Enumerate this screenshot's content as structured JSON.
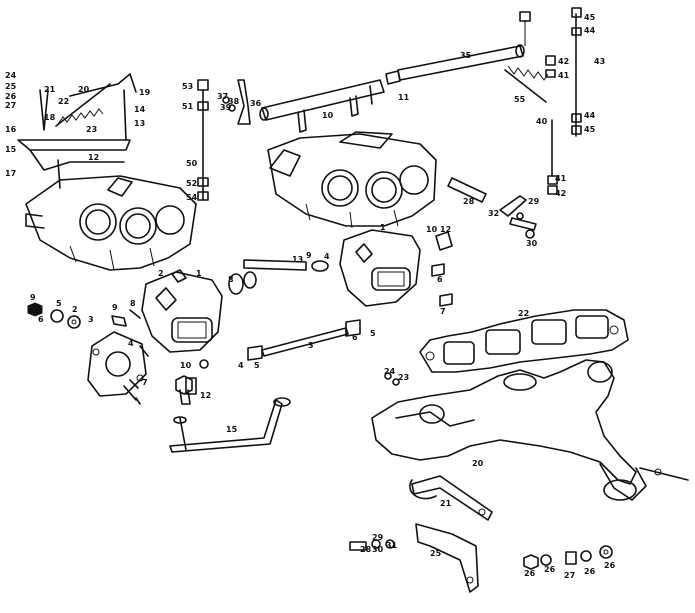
{
  "callouts": [
    {
      "id": "c45a",
      "text": "45"
    },
    {
      "id": "c44a",
      "text": "44"
    },
    {
      "id": "c43",
      "text": "43"
    },
    {
      "id": "c42a",
      "text": "42"
    },
    {
      "id": "c41a",
      "text": "41"
    },
    {
      "id": "c40",
      "text": "40"
    },
    {
      "id": "c44b",
      "text": "44"
    },
    {
      "id": "c45b",
      "text": "45"
    },
    {
      "id": "c35",
      "text": "35"
    },
    {
      "id": "c55",
      "text": "55"
    },
    {
      "id": "c11",
      "text": "11"
    },
    {
      "id": "c10",
      "text": "10"
    },
    {
      "id": "c53",
      "text": "53"
    },
    {
      "id": "c51",
      "text": "51"
    },
    {
      "id": "c37",
      "text": "37"
    },
    {
      "id": "c39",
      "text": "39"
    },
    {
      "id": "c38",
      "text": "38"
    },
    {
      "id": "c36",
      "text": "36"
    },
    {
      "id": "c50",
      "text": "50"
    },
    {
      "id": "c52",
      "text": "52"
    },
    {
      "id": "c54",
      "text": "54"
    },
    {
      "id": "c24a",
      "text": "24"
    },
    {
      "id": "c25",
      "text": "25"
    },
    {
      "id": "c26a",
      "text": "26"
    },
    {
      "id": "c27a",
      "text": "27"
    },
    {
      "id": "c21a",
      "text": "21"
    },
    {
      "id": "c20a",
      "text": "20"
    },
    {
      "id": "c19",
      "text": "19"
    },
    {
      "id": "c22a",
      "text": "22"
    },
    {
      "id": "c18",
      "text": "18"
    },
    {
      "id": "c14",
      "text": "14"
    },
    {
      "id": "c13",
      "text": "13"
    },
    {
      "id": "c23a",
      "text": "23"
    },
    {
      "id": "c16",
      "text": "16"
    },
    {
      "id": "c15",
      "text": "15"
    },
    {
      "id": "c12a",
      "text": "12"
    },
    {
      "id": "c17",
      "text": "17"
    },
    {
      "id": "c41b",
      "text": "41"
    },
    {
      "id": "c42b",
      "text": "42"
    },
    {
      "id": "c28a",
      "text": "28"
    },
    {
      "id": "c29a",
      "text": "29"
    },
    {
      "id": "c32",
      "text": "32"
    },
    {
      "id": "c30a",
      "text": "30"
    },
    {
      "id": "c1a",
      "text": "1"
    },
    {
      "id": "c10b",
      "text": "10"
    },
    {
      "id": "c12b",
      "text": "12"
    },
    {
      "id": "c6a",
      "text": "6"
    },
    {
      "id": "c2a",
      "text": "2"
    },
    {
      "id": "c8a",
      "text": "8"
    },
    {
      "id": "c13b",
      "text": "13"
    },
    {
      "id": "c9a",
      "text": "9"
    },
    {
      "id": "c4a",
      "text": "4"
    },
    {
      "id": "c1b",
      "text": "1"
    },
    {
      "id": "c7a",
      "text": "7"
    },
    {
      "id": "c9b",
      "text": "9"
    },
    {
      "id": "c5a",
      "text": "5"
    },
    {
      "id": "c6b",
      "text": "6"
    },
    {
      "id": "c2b",
      "text": "2"
    },
    {
      "id": "c3a",
      "text": "3"
    },
    {
      "id": "c9c",
      "text": "9"
    },
    {
      "id": "c8b",
      "text": "8"
    },
    {
      "id": "c4b",
      "text": "4"
    },
    {
      "id": "c7b",
      "text": "7"
    },
    {
      "id": "c10c",
      "text": "10"
    },
    {
      "id": "c12c",
      "text": "12"
    },
    {
      "id": "c4c",
      "text": "4"
    },
    {
      "id": "c5b",
      "text": "5"
    },
    {
      "id": "c3b",
      "text": "3"
    },
    {
      "id": "c6c",
      "text": "6"
    },
    {
      "id": "c5c",
      "text": "5"
    },
    {
      "id": "c24b",
      "text": "24"
    },
    {
      "id": "c23b",
      "text": "23"
    },
    {
      "id": "c22b",
      "text": "22"
    },
    {
      "id": "c15b",
      "text": "15"
    },
    {
      "id": "c20b",
      "text": "20"
    },
    {
      "id": "c21b",
      "text": "21"
    },
    {
      "id": "c28b",
      "text": "28"
    },
    {
      "id": "c30b",
      "text": "30"
    },
    {
      "id": "c31",
      "text": "31"
    },
    {
      "id": "c29b",
      "text": "29"
    },
    {
      "id": "c25b",
      "text": "25"
    },
    {
      "id": "c26b",
      "text": "26"
    },
    {
      "id": "c26c",
      "text": "26"
    },
    {
      "id": "c27b",
      "text": "27"
    },
    {
      "id": "c26d",
      "text": "26"
    },
    {
      "id": "c26e",
      "text": "26"
    }
  ]
}
